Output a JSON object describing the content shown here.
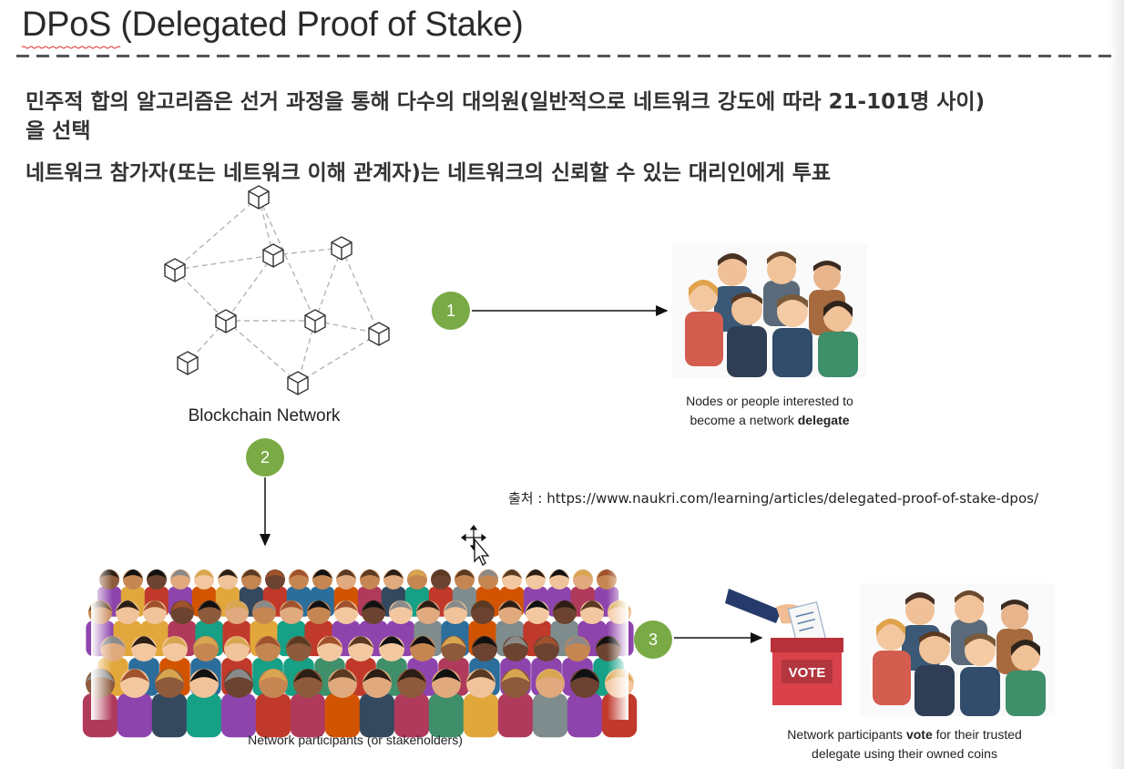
{
  "slide": {
    "title": "DPoS (Delegated Proof of Stake)",
    "lines": [
      "민주적 합의 알고리즘은 선거 과정을 통해 다수의 대의원(일반적으로 네트워크 강도에 따라 21-101명 사이)",
      "을 선택",
      "네트워크 참가자(또는 네트워크 이해 관계자)는 네트워크의 신뢰할 수 있는 대리인에게 투표"
    ],
    "source": "출처 : https://www.naukri.com/learning/articles/delegated-proof-of-stake-dpos/"
  },
  "diagram": {
    "network_label": "Blockchain Network",
    "steps": [
      "1",
      "2",
      "3"
    ],
    "delegate_caption": {
      "pre": "Nodes or people interested to",
      "line2_pre": "become a network ",
      "bold": "delegate"
    },
    "participants_caption": "Network participants (or stakeholders)",
    "vote_caption": {
      "pre": "Network participants ",
      "bold": "vote",
      "post": " for their trusted",
      "line2": "delegate using their owned coins"
    },
    "ballot_label": "VOTE",
    "colors": {
      "step_green": "#79aa45",
      "ballot_red": "#d9424a",
      "network_dash": "#b5b5b5"
    }
  }
}
